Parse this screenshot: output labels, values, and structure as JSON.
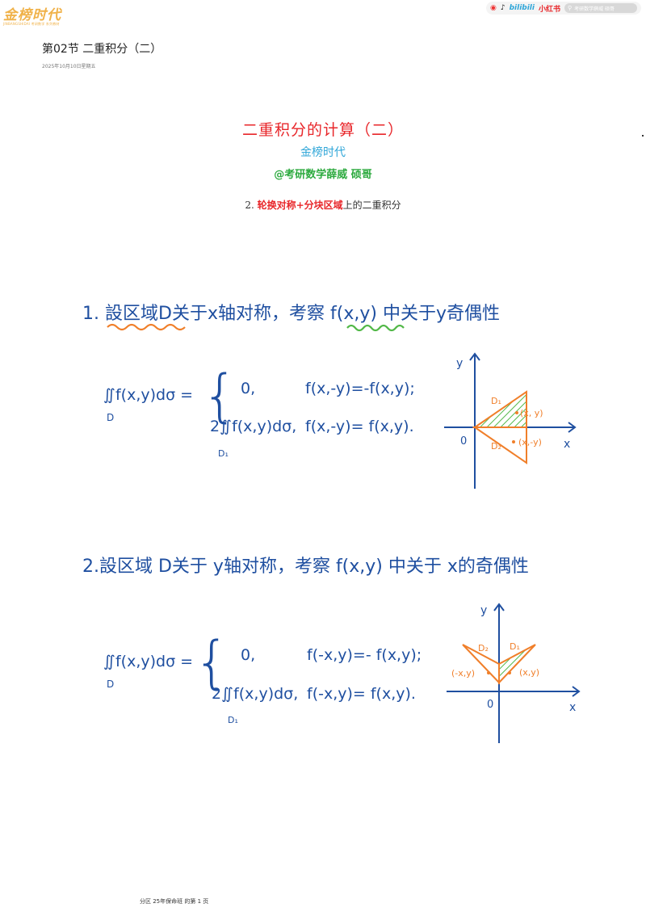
{
  "brand": {
    "name": "金榜时代",
    "sub": "JINBANGSHIDAI 考研数学 系列教材"
  },
  "social": {
    "icons": [
      "weibo-icon",
      "tiktok-icon",
      "bilibili-icon",
      "xiaohongshu-icon"
    ],
    "bili": "bilibili",
    "xhs": "小红书",
    "search": "考研数学薛威 硕哥"
  },
  "header": {
    "section_title": "第02节 二重积分（二）",
    "date": "2025年10月10日星期五"
  },
  "title": {
    "main": "二重积分的计算（二）",
    "sub1": "金榜时代",
    "sub2": "@考研数学薛威 硕哥"
  },
  "topic": {
    "prefix": "2. ",
    "hl1": "轮换对称",
    "plus": "+",
    "hl2": "分块区域",
    "suffix": "上的二重积分"
  },
  "note1": {
    "heading_num": "1.",
    "heading_a": "設区域",
    "heading_b": "D关于x轴对称，考察",
    "heading_c": "f(x,y)",
    "heading_d": "中关于y奇偶性",
    "lhs": "∬f(x,y)dσ =",
    "lhs_sub": "D",
    "case1_val": "0,",
    "case1_cond": "f(x,-y)=-f(x,y);",
    "case2_val": "2∬f(x,y)dσ,",
    "case2_sub": "D₁",
    "case2_cond": "f(x,-y)= f(x,y).",
    "graph": {
      "y": "y",
      "x": "x",
      "o": "0",
      "d1": "D₁",
      "d2": "D₂",
      "p1": "(x, y)",
      "p2": "(x,-y)"
    }
  },
  "note2": {
    "heading_num": "2.",
    "heading": "設区域 D关于 y轴对称，考察 f(x,y) 中关于 x的奇偶性",
    "lhs": "∬f(x,y)dσ =",
    "lhs_sub": "D",
    "case1_val": "0,",
    "case1_cond": "f(-x,y)=- f(x,y);",
    "case2_val": "2∬f(x,y)dσ,",
    "case2_sub": "D₁",
    "case2_cond": "f(-x,y)= f(x,y).",
    "graph": {
      "y": "y",
      "x": "x",
      "o": "0",
      "d1": "D₁",
      "d2": "D₂",
      "p1": "(-x,y)",
      "p2": "(x,y)"
    }
  },
  "footer": "分区 25年保命班 的第 1 页",
  "colors": {
    "ink": "#1f4fa0",
    "orange": "#f07f2a",
    "green": "#52b848",
    "red": "#e8262a"
  }
}
